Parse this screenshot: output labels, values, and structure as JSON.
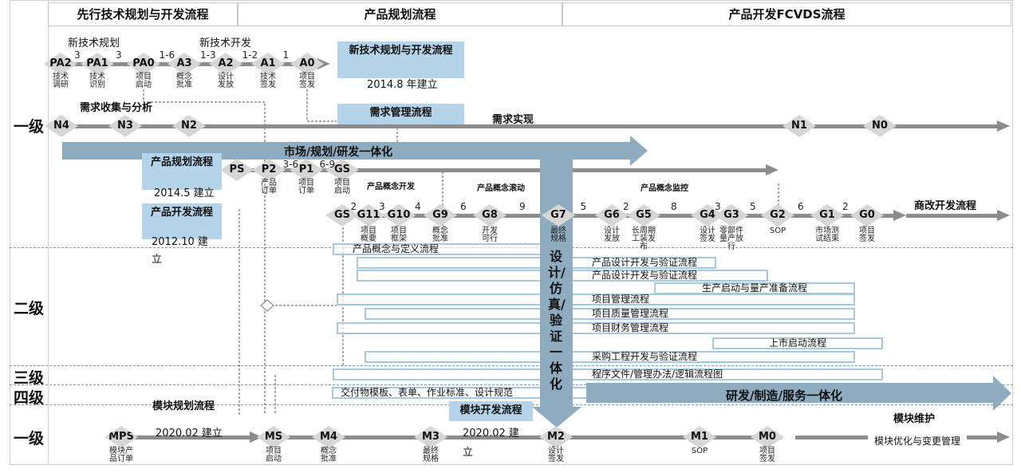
{
  "header": {
    "col1": "先行技术规划与开发流程",
    "col2": "产品规划流程",
    "col3": "产品开发FCVDS流程"
  },
  "levels": [
    "一级",
    "二级",
    "三级",
    "四级",
    "一级"
  ],
  "tech": {
    "plan_label": "新技术规划",
    "dev_label": "新技术开发",
    "nodes": [
      {
        "id": "PA2",
        "sub": "技术调研"
      },
      {
        "id": "PA1",
        "sub": "技术识别"
      },
      {
        "id": "PA0",
        "sub": "项目启动"
      },
      {
        "id": "A3",
        "sub": "概念批准"
      },
      {
        "id": "A2",
        "sub": "设计发放"
      },
      {
        "id": "A1",
        "sub": "技术签发"
      },
      {
        "id": "A0",
        "sub": "项目签发"
      }
    ],
    "gaps": [
      "3",
      "3",
      "1-6",
      "1-3",
      "1-2",
      "1"
    ]
  },
  "tech_box": {
    "title": "新技术规划与开发流程",
    "date": "2014.8 年建立"
  },
  "demand": {
    "collect_label": "需求收集与分析",
    "realize_label": "需求实现",
    "nodes": [
      {
        "id": "N4"
      },
      {
        "id": "N3"
      },
      {
        "id": "N2"
      },
      {
        "id": "N1"
      },
      {
        "id": "N0"
      }
    ]
  },
  "demand_box": {
    "title": "需求管理流程"
  },
  "integration": {
    "market": "市场/规划/研发一体化",
    "design": "设计/仿真/验证一体化",
    "rd": "研发/制造/服务一体化"
  },
  "plan_box": {
    "title": "产品规划流程",
    "date": "2014.5 建立"
  },
  "dev_box": {
    "title": "产品开发流程",
    "date": "2012.10 建立"
  },
  "planning": {
    "nodes": [
      {
        "id": "PS",
        "sub": ""
      },
      {
        "id": "P2",
        "sub": "产品订单"
      },
      {
        "id": "P1",
        "sub": "项目订单"
      },
      {
        "id": "GS",
        "sub": "项目启动"
      }
    ],
    "gaps": [
      "3-6",
      "6-9"
    ]
  },
  "phases": [
    "产品概念开发",
    "产品概念滚动",
    "产品概念监控"
  ],
  "gates": {
    "nodes": [
      {
        "id": "GS",
        "sub": ""
      },
      {
        "id": "G11",
        "sub": "项目概要"
      },
      {
        "id": "G10",
        "sub": "项目框架"
      },
      {
        "id": "G9",
        "sub": "概念批准"
      },
      {
        "id": "G8",
        "sub": "开发可行"
      },
      {
        "id": "G7",
        "sub": "最终规格"
      },
      {
        "id": "G6",
        "sub": "设计发放"
      },
      {
        "id": "G5",
        "sub": "长周期工装发布"
      },
      {
        "id": "G4",
        "sub": "设计签发"
      },
      {
        "id": "G3",
        "sub": "零部件量产放行"
      },
      {
        "id": "G2",
        "sub": "SOP"
      },
      {
        "id": "G1",
        "sub": "市场测试结束"
      },
      {
        "id": "G0",
        "sub": "项目签发"
      }
    ],
    "gaps": [
      "2",
      "3",
      "4",
      "6",
      "9",
      "5",
      "2",
      "8",
      "3",
      "5",
      "6",
      "2"
    ],
    "after_label": "商改开发流程"
  },
  "level2": [
    "产品概念与定义流程",
    "产品设计开发与验证流程",
    "产品设计开发与验证流程",
    "生产启动与量产准备流程",
    "项目管理流程",
    "项目质量管理流程",
    "项目财务管理流程",
    "上市启动流程",
    "采购工程开发与验证流程"
  ],
  "level3": "程序文件/管理办法/逻辑流程图",
  "level4": "交付物模板、表单、作业标准、设计规范",
  "module": {
    "plan_title": "模块规划流程",
    "plan_date": "2020.02 建立",
    "dev_title": "模块开发流程",
    "dev_date": "2020.02 建立",
    "maint_label": "模块维护",
    "maint_sub": "模块优化与变更管理",
    "nodes": [
      {
        "id": "MPS",
        "sub": "模块产品订单"
      },
      {
        "id": "MS",
        "sub": "项目启动"
      },
      {
        "id": "M4",
        "sub": "概念批准"
      },
      {
        "id": "M3",
        "sub": "最终规格"
      },
      {
        "id": "M2",
        "sub": "设计签发"
      },
      {
        "id": "M1",
        "sub": "SOP"
      },
      {
        "id": "M0",
        "sub": "项目签发"
      }
    ]
  },
  "colors": {
    "arrow": "#8eabbf",
    "box": "#b5d4e9",
    "line": "#8c8c8c",
    "diamond": "#d6d6d6"
  }
}
